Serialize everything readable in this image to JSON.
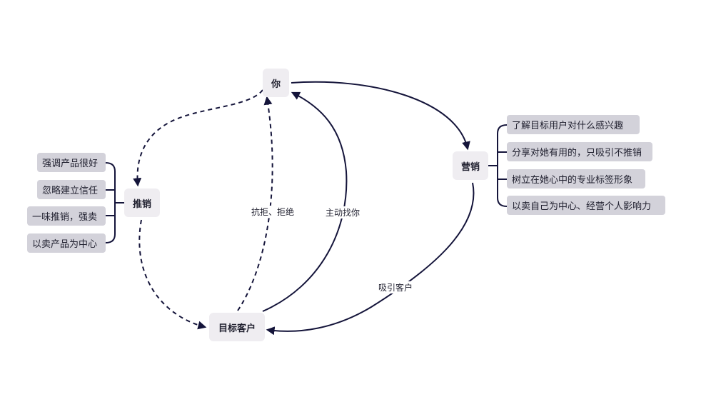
{
  "colors": {
    "line": "#14143a",
    "node_bg": "#efedf1",
    "leaf_bg": "#d3d2da",
    "text": "#1f1f2e"
  },
  "nodes": {
    "you": "你",
    "marketing": "营销",
    "push_sales": "推销",
    "target_customer": "目标客户"
  },
  "edge_labels": {
    "reject": "抗拒、拒绝",
    "seek_you": "主动找你",
    "attract": "吸引客户"
  },
  "push_sales_items": [
    "强调产品很好",
    "忽略建立信任",
    "一味推销，强卖",
    "以卖产品为中心"
  ],
  "marketing_items": [
    "了解目标用户对什么感兴趣",
    "分享对她有用的，只吸引不推销",
    "树立在她心中的专业标签形象",
    "以卖自己为中心、经营个人影响力"
  ]
}
